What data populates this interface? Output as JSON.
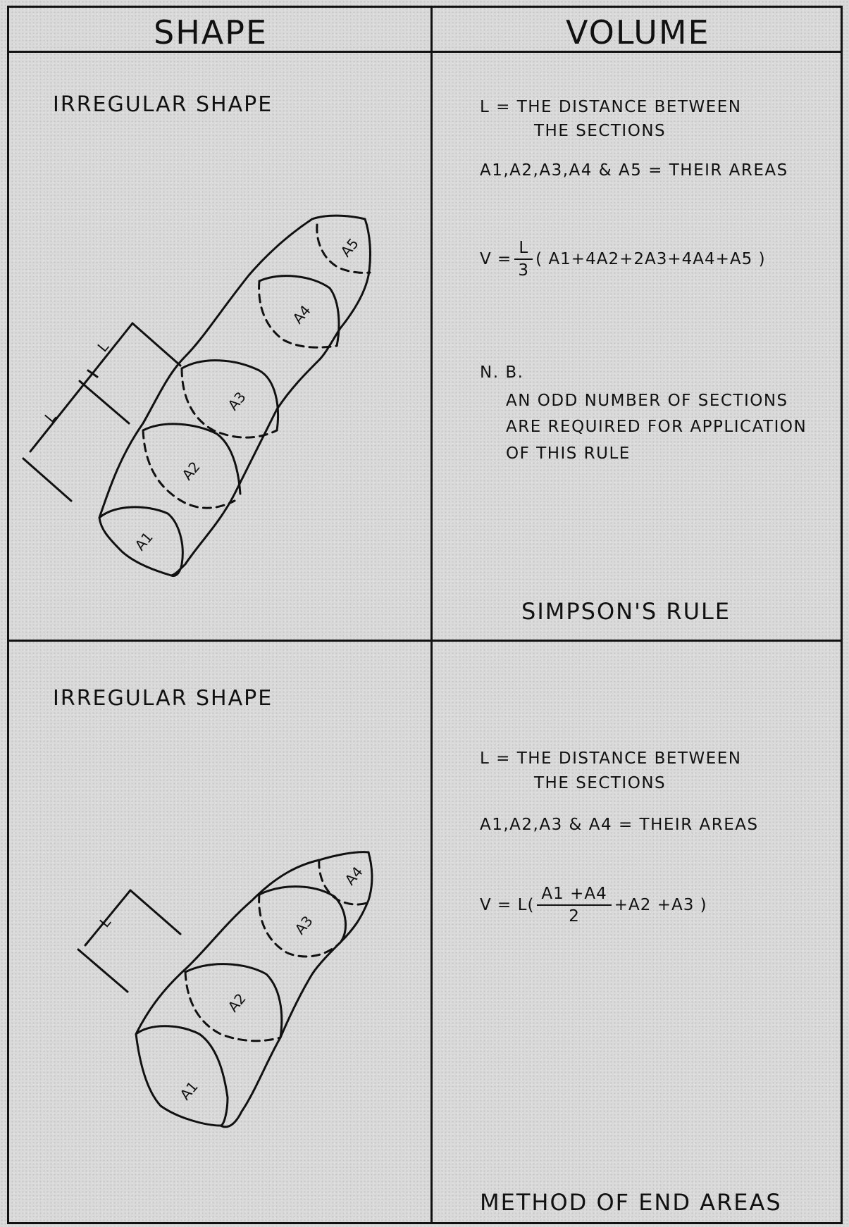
{
  "header": {
    "shape": "SHAPE",
    "volume": "VOLUME"
  },
  "simpson": {
    "shape_title": "IRREGULAR   SHAPE",
    "l_def_line1": "L =  THE DISTANCE BETWEEN",
    "l_def_line2": "THE SECTIONS",
    "areas": "A1,A2,A3,A4 & A5 = THEIR AREAS",
    "formula_prefix": "V =",
    "formula_num": "L",
    "formula_den": "3",
    "formula_rest": "( A1+4A2+2A3+4A4+A5 )",
    "nb_label": "N. B.",
    "nb_line1": "AN ODD NUMBER OF SECTIONS",
    "nb_line2": "ARE REQUIRED FOR APPLICATION",
    "nb_line3": "OF THIS RULE",
    "rule_name": "SIMPSON'S   RULE",
    "section_labels": [
      "A1",
      "A2",
      "A3",
      "A4",
      "A5"
    ],
    "dim_label": "L"
  },
  "end_areas": {
    "shape_title": "IRREGULAR   SHAPE",
    "l_def_line1": "L =  THE DISTANCE BETWEEN",
    "l_def_line2": "THE SECTIONS",
    "areas": "A1,A2,A3 & A4 = THEIR AREAS",
    "formula_prefix": "V = L(",
    "formula_num": "A1 +A4",
    "formula_den": "2",
    "formula_rest": "+A2 +A3 )",
    "rule_name": "METHOD  OF  END  AREAS",
    "section_labels": [
      "A1",
      "A2",
      "A3",
      "A4"
    ],
    "dim_label": "L"
  }
}
